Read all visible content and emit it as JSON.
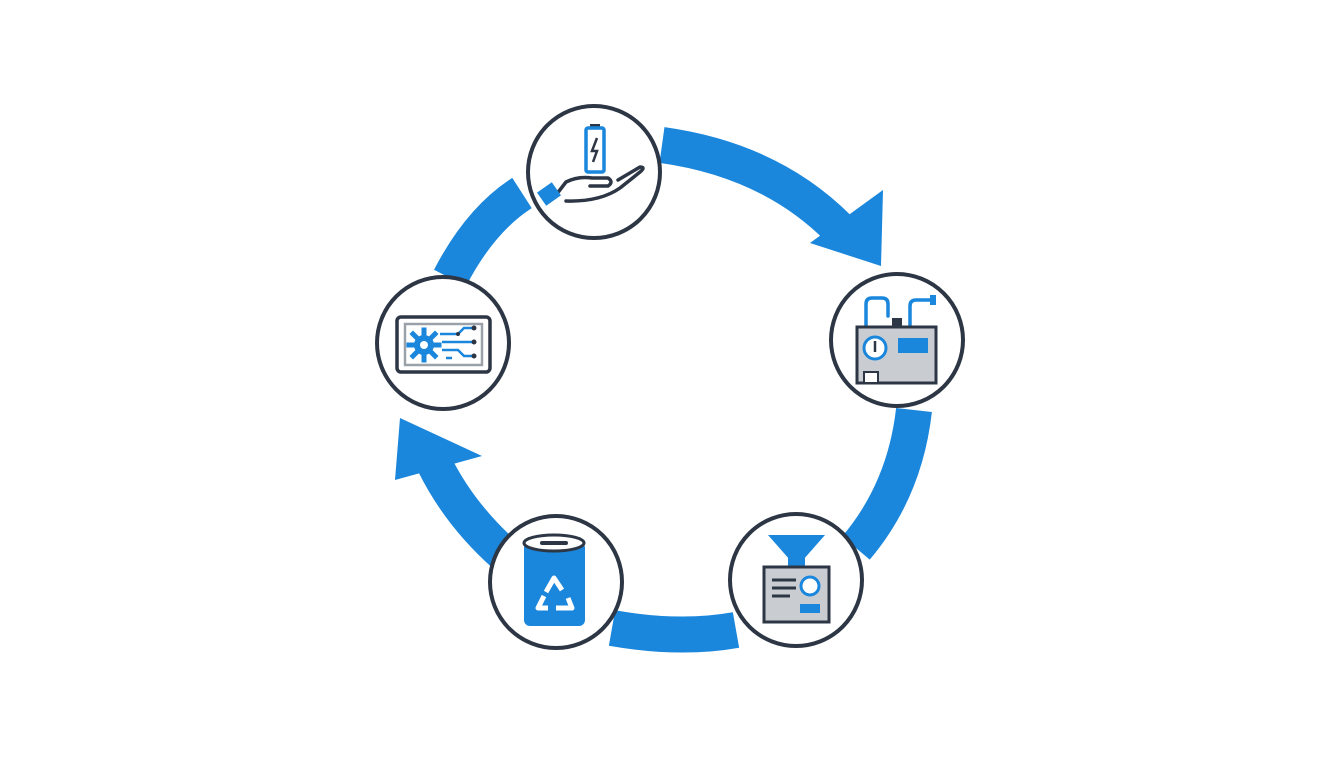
{
  "colors": {
    "accent": "#1a86dc",
    "outline": "#2d3644",
    "machine_gray": "#c9cdd2",
    "background": "#ffffff"
  },
  "cycle": {
    "direction": "clockwise",
    "nodes": [
      {
        "id": "battery-in-hand",
        "icon": "hand-holding-battery-icon"
      },
      {
        "id": "processing-plant",
        "icon": "industrial-machine-pipes-icon"
      },
      {
        "id": "hopper-machine",
        "icon": "hopper-crusher-machine-icon"
      },
      {
        "id": "recycling-bin",
        "icon": "recycling-bin-icon"
      },
      {
        "id": "circuit-board",
        "icon": "circuit-board-gear-icon"
      }
    ]
  }
}
